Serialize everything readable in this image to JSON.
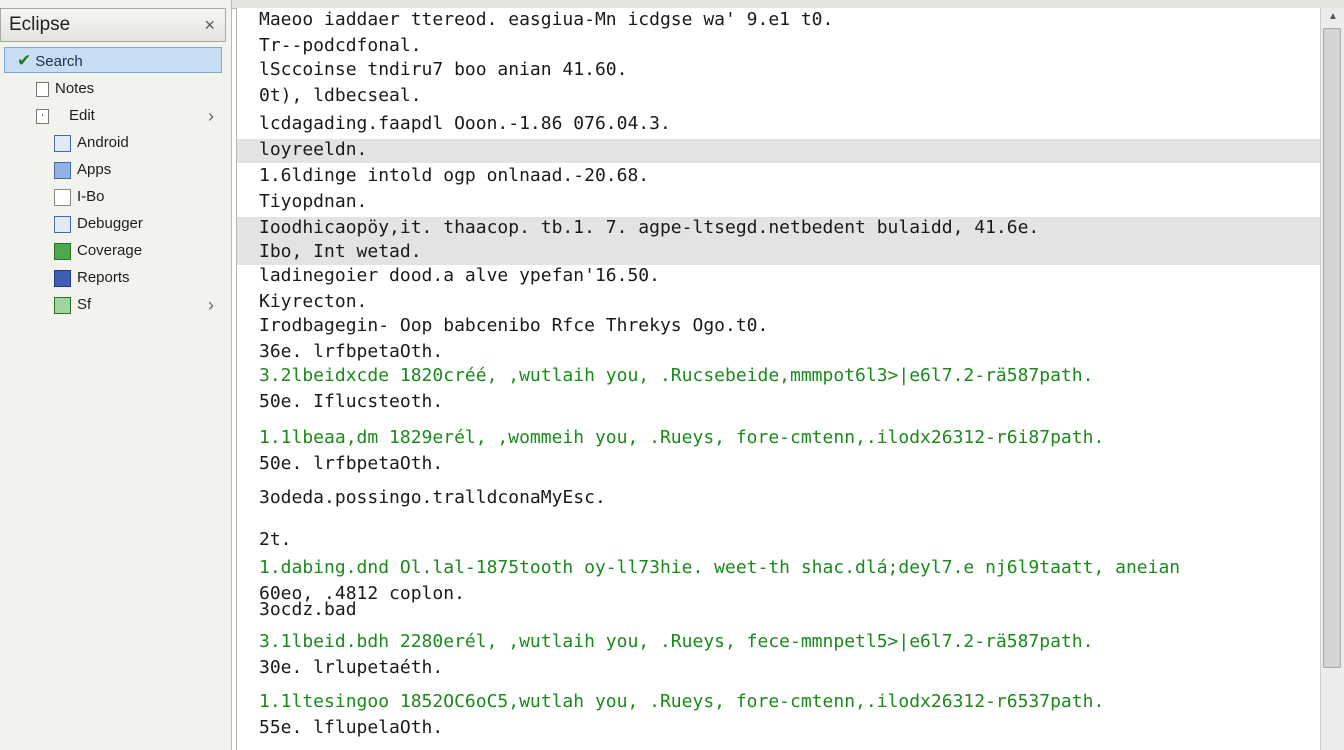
{
  "sidebar": {
    "title": "Eclipse",
    "close_glyph": "×",
    "items": [
      {
        "label": "Search",
        "checked": true,
        "icon": "check-icon"
      },
      {
        "label": "Notes",
        "icon": "checkbox-icon"
      },
      {
        "label": "Edit",
        "icon": "checkbox-dot-icon",
        "has_submenu": true
      },
      {
        "label": "Android",
        "icon": "document-icon"
      },
      {
        "label": "Apps",
        "icon": "document-icon"
      },
      {
        "label": "I-Bo",
        "icon": "page-icon"
      },
      {
        "label": "Debugger",
        "icon": "chart-icon"
      },
      {
        "label": "Coverage",
        "icon": "chart-icon"
      },
      {
        "label": "Reports",
        "icon": "chart-icon"
      },
      {
        "label": "Sf",
        "icon": "chart-icon",
        "has_submenu": true
      }
    ]
  },
  "output": {
    "lines": [
      {
        "text": "Maeoo iaddaer ttereod. easgiua-Mn icdgse wa' 9.e1 t0.",
        "style": "normal"
      },
      {
        "text": "Tr--podcdfonal.",
        "style": "normal"
      },
      {
        "text": "lSccoinse tndiru7 boo anian 41.60.",
        "style": "normal"
      },
      {
        "text": "0t), ldbecseal.",
        "style": "normal"
      },
      {
        "text": "lcdagading.faapdl Ooon.-1.86 076.04.3.",
        "style": "normal"
      },
      {
        "text": "loyreeldn.",
        "style": "highlight"
      },
      {
        "text": "1.6ldinge intold ogp onlnaad.-20.68.",
        "style": "normal"
      },
      {
        "text": "Tiyopdnan.",
        "style": "normal"
      },
      {
        "text": "Ioodhicaopöy,it. thaacop. tb.1. 7. agpe-ltsegd.netbedent bulaidd, 41.6e.",
        "style": "highlight"
      },
      {
        "text": "Ibo, Int wetad.",
        "style": "highlight"
      },
      {
        "text": "ladinegoier dood.a alve ypefan'16.50.",
        "style": "normal"
      },
      {
        "text": "Kiyrecton.",
        "style": "normal"
      },
      {
        "text": "Irodbagegin- Oop babcenibo Rfce Threkys Ogo.t0.",
        "style": "normal"
      },
      {
        "text": "36e. lrfbpetaOth.",
        "style": "normal"
      },
      {
        "text": "3.2lbeidxcde 1820créé, ,wutlaih you, .Rucsebeide,mmmpot6l3>|e6l7.2-rä587path.",
        "style": "green"
      },
      {
        "text": "50e. Iflucsteoth.",
        "style": "normal"
      },
      {
        "text": "1.1lbeaa,dm 1829erél, ,wommeih you, .Rueys, fore-cmtenn,.ilodx26312-r6i87path.",
        "style": "green"
      },
      {
        "text": "50e. lrfbpetaOth.",
        "style": "normal"
      },
      {
        "text": "3odeda.possingo.tralldconaMyEsc.",
        "style": "normal"
      },
      {
        "text": "2t.",
        "style": "normal"
      },
      {
        "text": "1.dabing.dnd Ol.lal-1875tooth oy-ll73hie. weet-th shac.dlá;deyl7.e nj6l9taatt, aneian",
        "style": "green"
      },
      {
        "text": "60eo, .4812 coplon.",
        "style": "normal"
      },
      {
        "text": "3ocdz.bad",
        "style": "normal"
      },
      {
        "text": "3.1lbeid.bdh 2280erél, ,wutlaih you, .Rueys, fece-mmnpetl5>|e6l7.2-rä587path.",
        "style": "green"
      },
      {
        "text": "30e. lrlupetaéth.",
        "style": "normal"
      },
      {
        "text": "1.1ltesingoo 1852OC6oC5,wutlah you, .Rueys, fore-cmtenn,.ilodx26312-r6537path.",
        "style": "green"
      },
      {
        "text": "55e. lflupelaOth.",
        "style": "normal"
      }
    ]
  },
  "scrollbar": {
    "up_glyph": "▲"
  },
  "colors": {
    "accent": "#c9ddf2",
    "green_text": "#1a8a1a",
    "highlight_row": "#e3e3e3"
  }
}
